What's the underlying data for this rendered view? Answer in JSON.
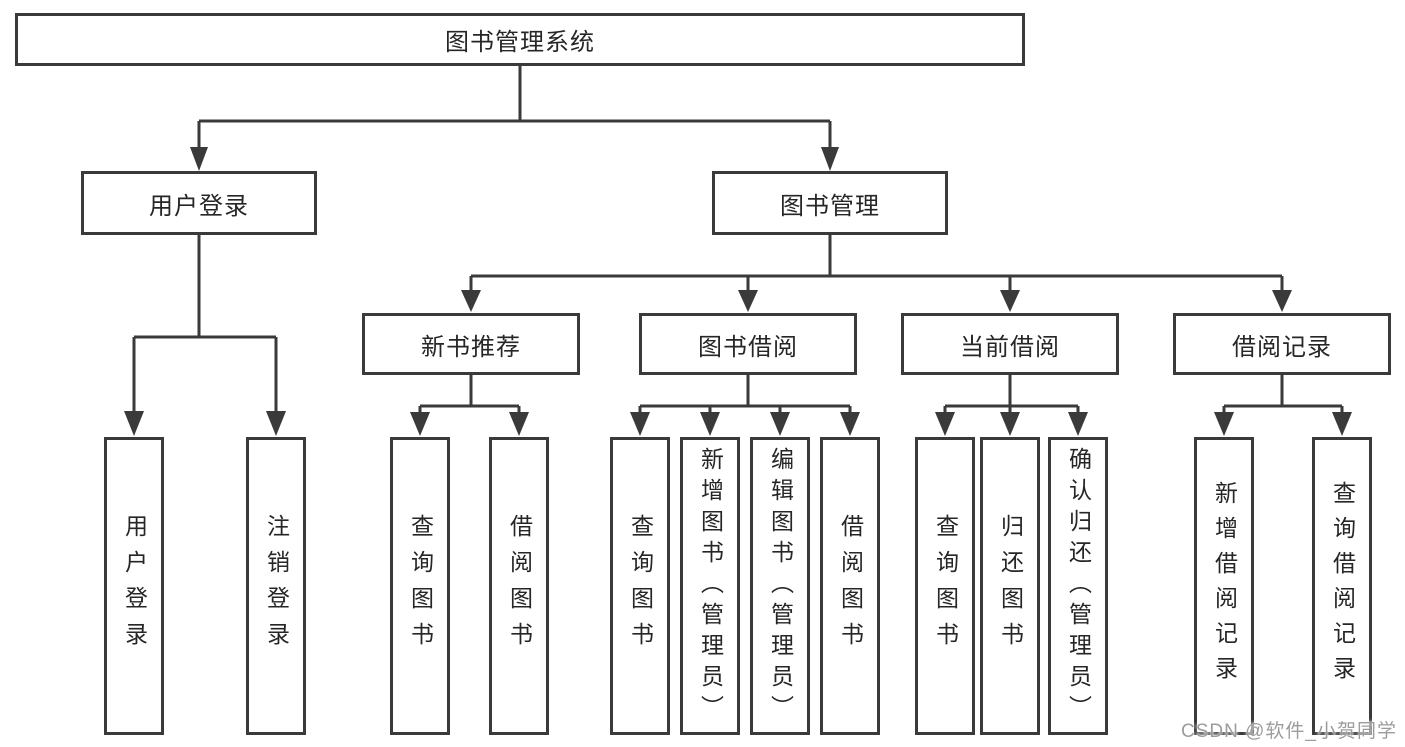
{
  "diagram": {
    "root": {
      "label": "图书管理系统"
    },
    "level2": [
      {
        "label": "用户登录"
      },
      {
        "label": "图书管理"
      }
    ],
    "level3": [
      {
        "label": "新书推荐"
      },
      {
        "label": "图书借阅"
      },
      {
        "label": "当前借阅"
      },
      {
        "label": "借阅记录"
      }
    ],
    "leaves": {
      "user_login": [
        "用户登录",
        "注销登录"
      ],
      "new_book_recommend": [
        "查询图书",
        "借阅图书"
      ],
      "book_borrowing": [
        "查询图书",
        "新增图书（管理员）",
        "编辑图书（管理员）",
        "借阅图书"
      ],
      "current_borrowing": [
        "查询图书",
        "归还图书",
        "确认归还（管理员）"
      ],
      "borrowing_records": [
        "新增借阅记录",
        "查询借阅记录"
      ]
    },
    "colors": {
      "line": "#3a3a3a",
      "text": "#262626",
      "background": "#ffffff",
      "watermark": "#9c9c9c"
    }
  },
  "watermark": {
    "text": "CSDN @软件_小贺同学"
  }
}
